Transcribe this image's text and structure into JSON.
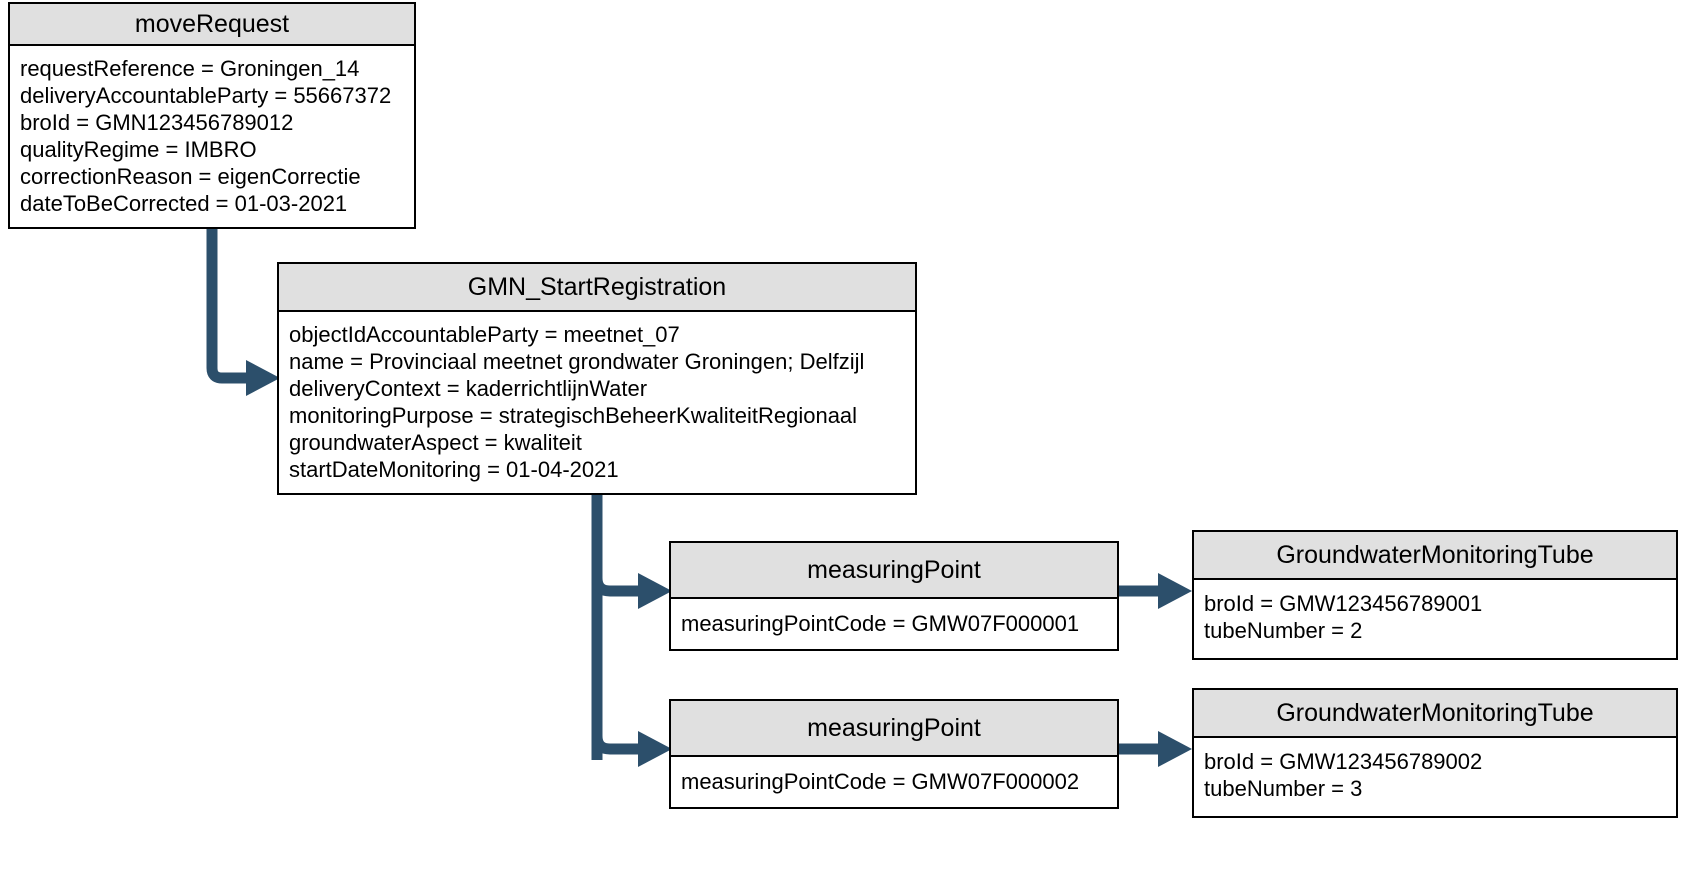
{
  "diagram": {
    "title": "GMN moveRequest object diagram",
    "colors": {
      "connector": "#2c4f6b",
      "header_fill": "#e0e0e0",
      "border": "#000000",
      "background": "#ffffff"
    }
  },
  "nodes": {
    "move_request": {
      "title": "moveRequest",
      "attributes": [
        "requestReference = Groningen_14",
        "deliveryAccountableParty = 55667372",
        "broId = GMN123456789012",
        "qualityRegime = IMBRO",
        "correctionReason = eigenCorrectie",
        "dateToBeCorrected = 01-03-2021"
      ]
    },
    "gmn_start_registration": {
      "title": "GMN_StartRegistration",
      "attributes": [
        "objectIdAccountableParty = meetnet_07",
        "name = Provinciaal meetnet grondwater Groningen; Delfzijl",
        "deliveryContext = kaderrichtlijnWater",
        "monitoringPurpose = strategischBeheerKwaliteitRegionaal",
        "groundwaterAspect = kwaliteit",
        "startDateMonitoring = 01-04-2021"
      ]
    },
    "measuring_point_1": {
      "title": "measuringPoint",
      "attributes": [
        "measuringPointCode = GMW07F000001"
      ]
    },
    "measuring_point_2": {
      "title": "measuringPoint",
      "attributes": [
        "measuringPointCode = GMW07F000002"
      ]
    },
    "tube_1": {
      "title": "GroundwaterMonitoringTube",
      "attributes": [
        "broId = GMW123456789001",
        "tubeNumber = 2"
      ]
    },
    "tube_2": {
      "title": "GroundwaterMonitoringTube",
      "attributes": [
        "broId = GMW123456789002",
        "tubeNumber = 3"
      ]
    }
  },
  "connectors": [
    {
      "name": "move-request-to-gmn",
      "from": "move_request",
      "to": "gmn_start_registration"
    },
    {
      "name": "gmn-to-measuring-point-1",
      "from": "gmn_start_registration",
      "to": "measuring_point_1"
    },
    {
      "name": "gmn-to-measuring-point-2",
      "from": "gmn_start_registration",
      "to": "measuring_point_2"
    },
    {
      "name": "measuring-point-1-to-tube-1",
      "from": "measuring_point_1",
      "to": "tube_1"
    },
    {
      "name": "measuring-point-2-to-tube-2",
      "from": "measuring_point_2",
      "to": "tube_2"
    }
  ]
}
